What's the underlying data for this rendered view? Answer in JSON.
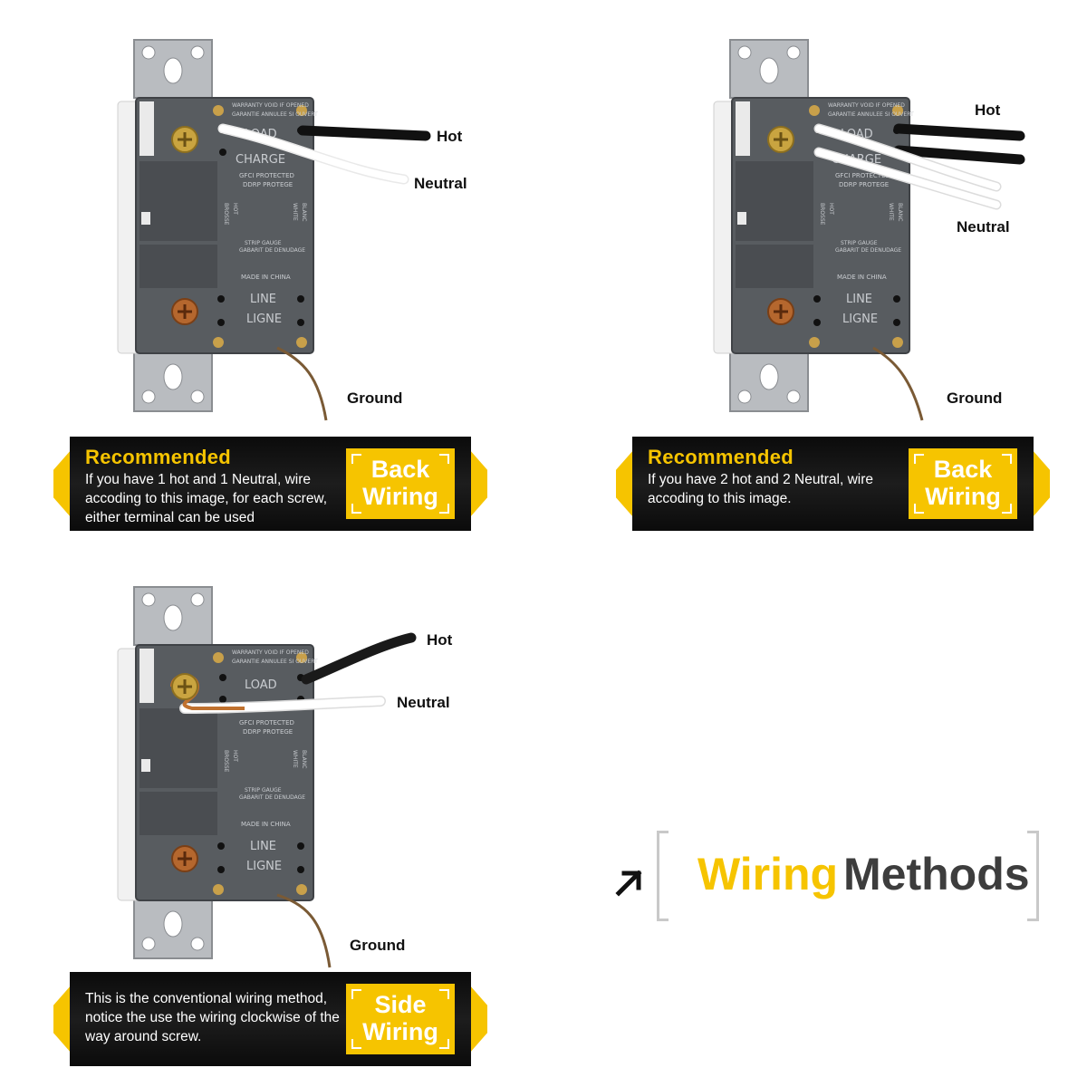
{
  "labels": {
    "hot": "Hot",
    "neutral": "Neutral",
    "ground": "Ground"
  },
  "outlet_text": {
    "warranty": "WARRANTY VOID IF OPENED",
    "garantie": "GARANTIE ANNULEE SI OUVERT",
    "load": "LOAD",
    "charge": "CHARGE",
    "gfci": "GFCI PROTECTED",
    "ddrp": "DDRP PROTEGE",
    "strip": "STRIP GAUGE",
    "gabarit": "GABARIT DE DENUDAGE",
    "made": "MADE IN CHINA",
    "line": "LINE",
    "ligne": "LIGNE",
    "white": "WHITE",
    "blanc": "BLANC",
    "hot_side": "HOT",
    "brass": "BROSSE"
  },
  "panels": [
    {
      "title": "Recommended",
      "description": "If you have 1 hot and 1 Neutral, wire accoding to this image, for each screw, either terminal can be used",
      "badge_line1": "Back",
      "badge_line2": "Wiring"
    },
    {
      "title": "Recommended",
      "description": "If you have 2 hot and 2 Neutral, wire accoding to this image.",
      "badge_line1": "Back",
      "badge_line2": "Wiring"
    },
    {
      "title": "",
      "description": "This is the conventional wiring method, notice the use the wiring clockwise of the way around screw.",
      "badge_line1": "Side",
      "badge_line2": "Wiring"
    }
  ],
  "heading": {
    "word1": "Wiring",
    "word2": "Methods"
  },
  "colors": {
    "accent_yellow": "#f6c400",
    "banner_black": "#111111",
    "outlet_gray": "#585c60",
    "heading_gray": "#3d3d3d"
  }
}
